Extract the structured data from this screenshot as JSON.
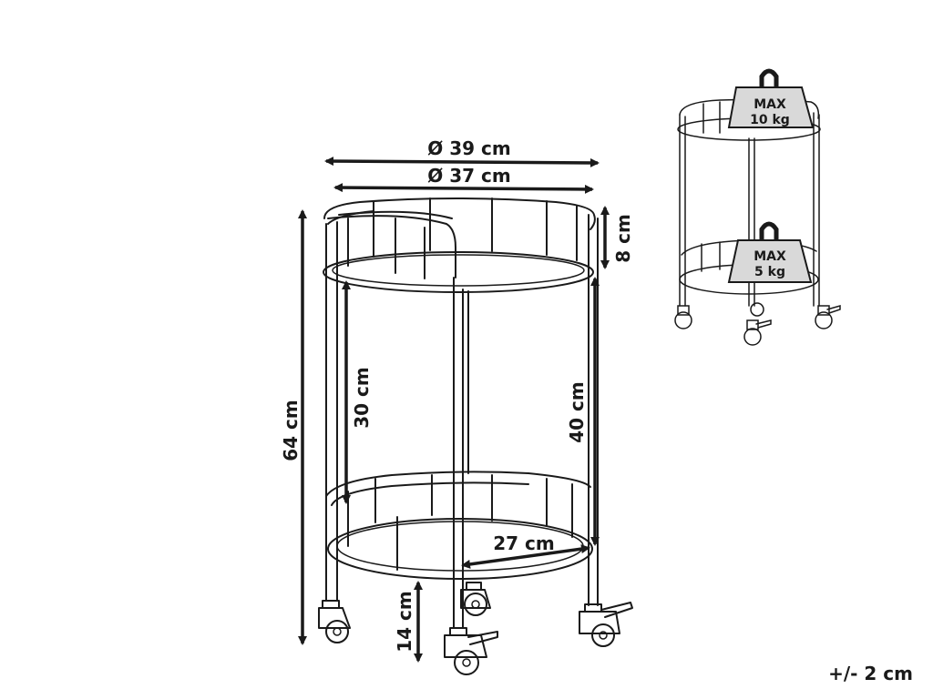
{
  "dimensions": {
    "outer_diameter": "Ø 39 cm",
    "tray_diameter": "Ø 37 cm",
    "rail_height": "8 cm",
    "total_height": "64 cm",
    "tier_gap": "30 cm",
    "top_tray_height": "40 cm",
    "bottom_tray_radius": "27 cm",
    "bottom_clearance": "14 cm"
  },
  "load_limits": {
    "top": {
      "line1": "MAX",
      "line2": "10 kg"
    },
    "bottom": {
      "line1": "MAX",
      "line2": "5 kg"
    }
  },
  "tolerance": "+/- 2 cm"
}
